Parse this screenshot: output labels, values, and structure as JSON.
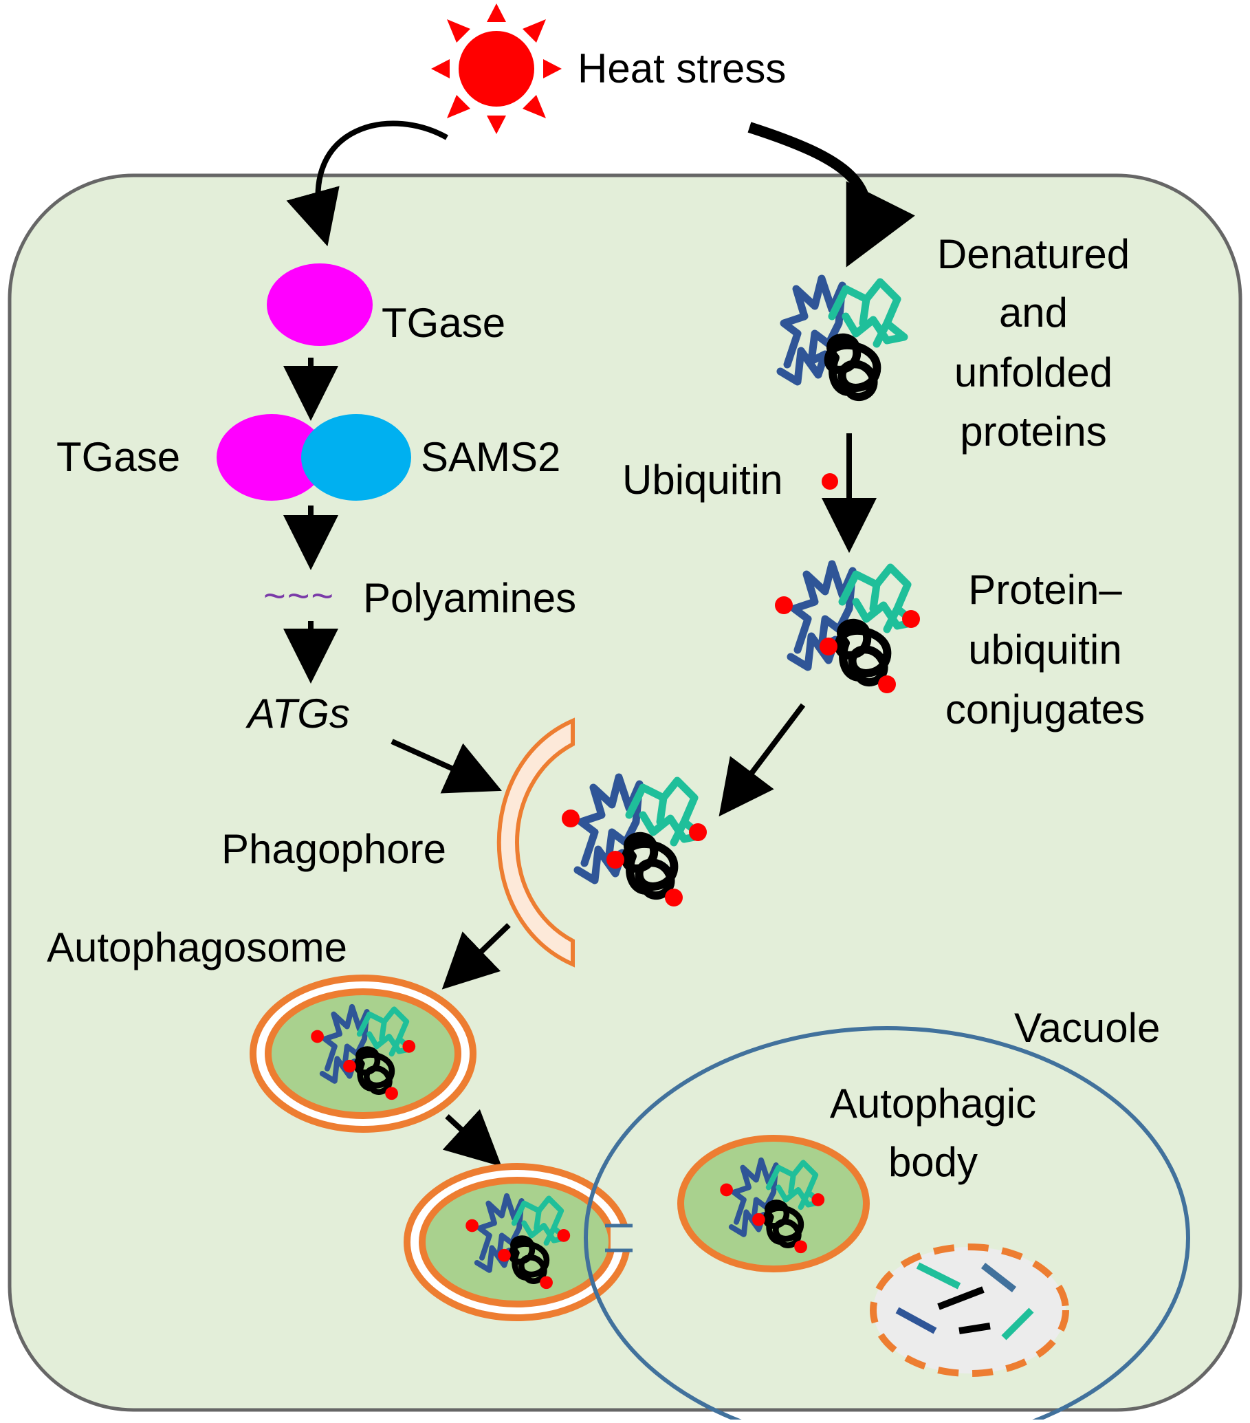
{
  "labels": {
    "heat_stress": "Heat stress",
    "tgase_top": "TGase",
    "tgase_left": "TGase",
    "sams2": "SAMS2",
    "polyamines": "Polyamines",
    "polyamine_wave": "~~~",
    "atgs": "ATGs",
    "phagophore": "Phagophore",
    "autophagosome": "Autophagosome",
    "vacuole": "Vacuole",
    "autophagic_body_l1": "Autophagic",
    "autophagic_body_l2": "body",
    "denatured_l1": "Denatured",
    "denatured_l2": "and",
    "denatured_l3": "unfolded",
    "denatured_l4": "proteins",
    "ubiquitin": "Ubiquitin",
    "conj_l1": "Protein–",
    "conj_l2": "ubiquitin",
    "conj_l3": "conjugates"
  },
  "colors": {
    "cell_fill": "#e3eed9",
    "cell_border": "#666666",
    "sun": "#ff0000",
    "tgase": "#ff00ff",
    "sams2": "#00b0f0",
    "ubiquitin": "#ff0000",
    "membrane": "#ed7d31",
    "vesicle_inner": "#a9d18e",
    "vacuole_border": "#41719c",
    "protein_blue": "#2f5597",
    "protein_teal": "#1fbf9a",
    "protein_black": "#000000",
    "debris_fill": "#ececec",
    "polyamine_wave": "#7a3aa8"
  }
}
